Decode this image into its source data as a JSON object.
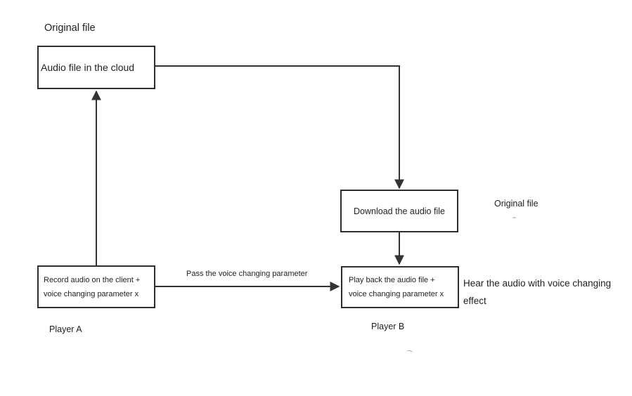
{
  "diagram": {
    "labels": {
      "original_file_top": "Original file",
      "original_file_right": "Original file",
      "player_a": "Player A",
      "player_b": "Player B",
      "pass_parameter": "Pass the voice changing parameter",
      "hear_effect": "Hear the audio with voice changing effect"
    },
    "boxes": {
      "cloud": {
        "text": "Audio file in the cloud"
      },
      "download": {
        "text": "Download the audio file"
      },
      "record": {
        "line1": "Record audio on the client +",
        "line2": "voice changing parameter x"
      },
      "playback": {
        "line1": "Play back the audio file +",
        "line2": "voice changing parameter x"
      }
    },
    "colors": {
      "line": "#333333",
      "box_border": "#2e2e2e",
      "text": "#1f1f1f",
      "background": "#ffffff"
    }
  }
}
